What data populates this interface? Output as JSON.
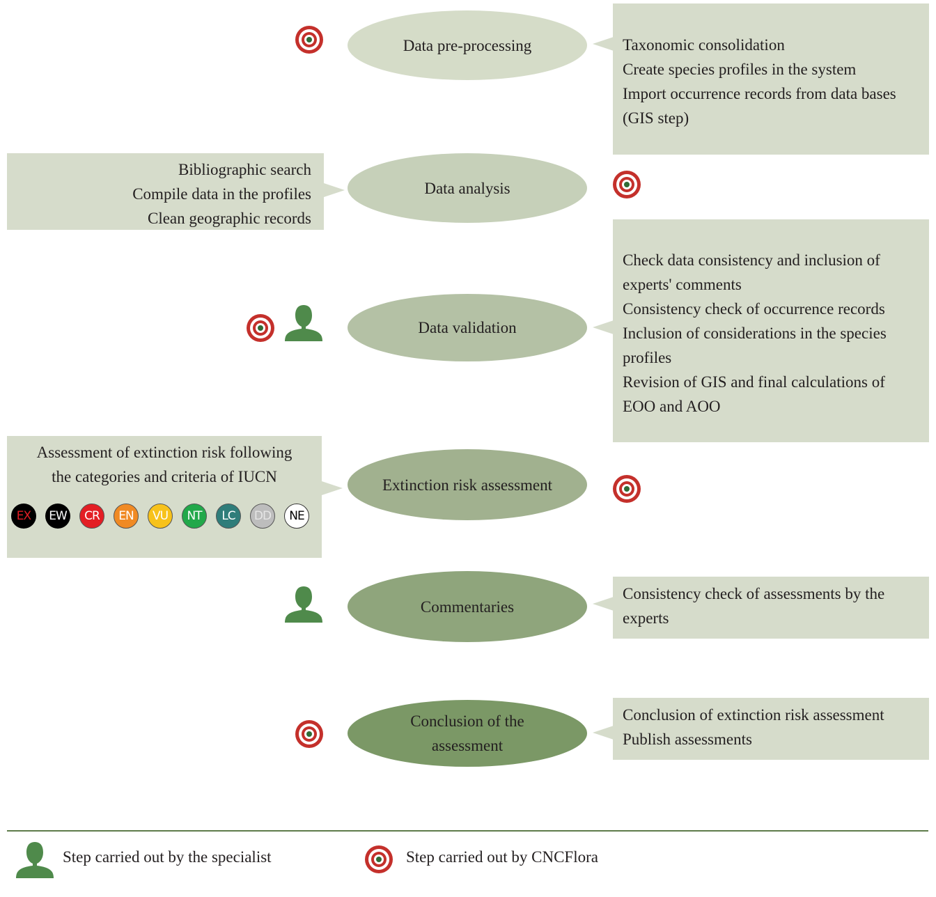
{
  "steps": [
    {
      "label_lines": [
        "Data pre-processing"
      ],
      "actors": [
        "cncflora"
      ],
      "details": [
        "Taxonomic consolidation",
        "Create species profiles in the system",
        "Import occurrence records from data bases",
        "(GIS step)"
      ]
    },
    {
      "label_lines": [
        "Data analysis"
      ],
      "actors": [
        "cncflora"
      ],
      "details": [
        "Bibliographic search",
        "Compile data in the profiles",
        "Clean geographic records"
      ]
    },
    {
      "label_lines": [
        "Data validation"
      ],
      "actors": [
        "cncflora",
        "specialist"
      ],
      "details": [
        "Check data consistency and inclusion of",
        "experts' comments",
        "Consistency check of occurrence records",
        "Inclusion of considerations in the species",
        "profiles",
        "Revision of GIS and final calculations of",
        "EOO and AOO"
      ]
    },
    {
      "label_lines": [
        "Extinction risk assessment"
      ],
      "actors": [
        "cncflora"
      ],
      "details": [
        "Assessment of extinction risk following",
        "the categories and criteria of IUCN"
      ]
    },
    {
      "label_lines": [
        "Commentaries"
      ],
      "actors": [
        "specialist"
      ],
      "details": [
        "Consistency check of assessments by the",
        "experts"
      ]
    },
    {
      "label_lines": [
        "Conclusion of the",
        "assessment"
      ],
      "actors": [
        "cncflora"
      ],
      "details": [
        "Conclusion of extinction risk assessment",
        "Publish assessments"
      ]
    }
  ],
  "iucn_categories": [
    {
      "code": "EX",
      "fill": "#000000",
      "text_color": "#e31e24"
    },
    {
      "code": "EW",
      "fill": "#000000",
      "text_color": "#ffffff"
    },
    {
      "code": "CR",
      "fill": "#e31e24",
      "text_color": "#ffffff"
    },
    {
      "code": "EN",
      "fill": "#f08a24",
      "text_color": "#ffffff"
    },
    {
      "code": "VU",
      "fill": "#f7c21b",
      "text_color": "#ffffff"
    },
    {
      "code": "NT",
      "fill": "#22a84a",
      "text_color": "#ffffff"
    },
    {
      "code": "LC",
      "fill": "#2f7d7a",
      "text_color": "#ffffff"
    },
    {
      "code": "DD",
      "fill": "#bdbdbd",
      "text_color": "#e6e6e6"
    },
    {
      "code": "NE",
      "fill": "#ffffff",
      "text_color": "#000000"
    }
  ],
  "legend": {
    "specialist": {
      "icon": "person-icon",
      "label": "Step carried out by the specialist"
    },
    "cncflora": {
      "icon": "target-icon",
      "label": "Step carried out by CNCFlora"
    }
  },
  "colors": {
    "box_fill": "#d6dccb",
    "ellipse_fills": [
      "#d5dcc8",
      "#c6d0b9",
      "#b4c1a5",
      "#a1b18f",
      "#8fa57c",
      "#7b9866"
    ],
    "person_icon": "#4f8a4b",
    "target_red": "#c4302b",
    "target_green": "#2e6b36",
    "legend_rule": "#5e7b4a"
  }
}
